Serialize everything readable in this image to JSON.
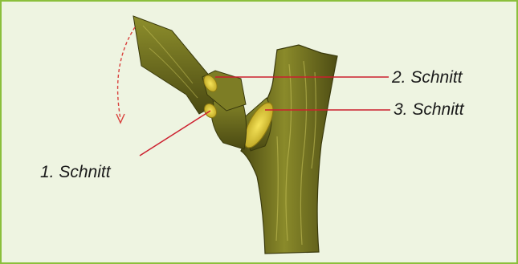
{
  "labels": {
    "cut1": "1. Schnitt",
    "cut2": "2. Schnitt",
    "cut3": "3. Schnitt"
  },
  "colors": {
    "border": "#8bbf3c",
    "background": "#eef4e1",
    "leader_line": "#cc1f2e",
    "bark": "#6f6a1f",
    "cut_face": "#e8d23a"
  },
  "icons": {
    "fall_direction": "dashed-arrow-curve"
  }
}
